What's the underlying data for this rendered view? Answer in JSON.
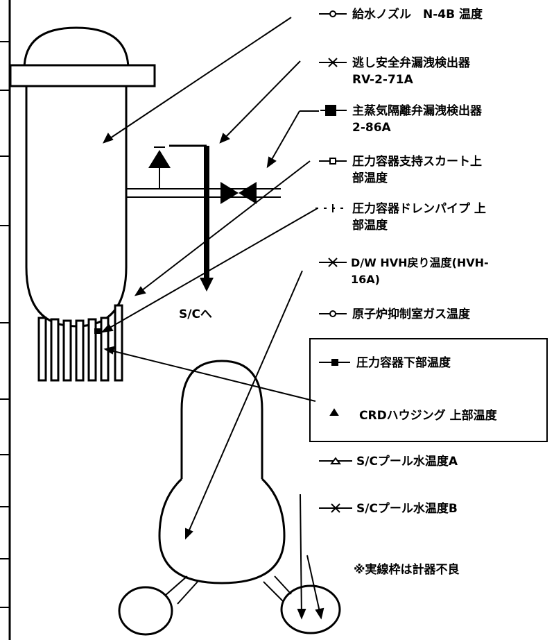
{
  "legend": [
    {
      "marker": "circle-open",
      "label": "給水ノズル　N-4B 温度"
    },
    {
      "marker": "x",
      "label_lines": [
        "逃し安全弁漏洩検出器",
        "RV-2-71A"
      ]
    },
    {
      "marker": "square-filled",
      "label_lines": [
        "主蒸気隔離弁漏洩検出器",
        "2-86A"
      ]
    },
    {
      "marker": "square-open",
      "label_lines": [
        "圧力容器支持スカート上",
        "部温度"
      ]
    },
    {
      "marker": "plus",
      "label_lines": [
        "圧力容器ドレンパイプ 上",
        "部温度"
      ]
    },
    {
      "marker": "x",
      "label_lines": [
        "D/W HVH戻り温度(HVH-",
        "16A)"
      ]
    },
    {
      "marker": "circle-open",
      "label": "原子炉抑制室ガス温度"
    },
    {
      "marker": "square-filled",
      "label": "圧力容器下部温度",
      "boxed": true
    },
    {
      "marker": "triangle-filled",
      "label": "CRDハウジング 上部温度",
      "boxed": true
    },
    {
      "marker": "triangle-open",
      "label": "S/Cプール水温度A"
    },
    {
      "marker": "x",
      "label": "S/Cプール水温度B"
    }
  ],
  "pipe_label": "S/Cへ",
  "note": "※実線枠は計器不良"
}
